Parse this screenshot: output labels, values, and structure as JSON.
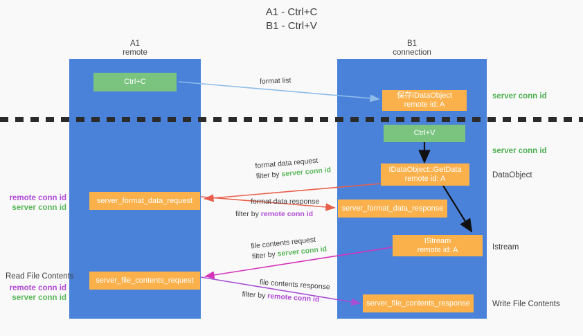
{
  "title": "A1 - Ctrl+C\nB1 - Ctrl+V",
  "columns": [
    {
      "name": "A1",
      "sub": "remote",
      "label": "A1\nremote"
    },
    {
      "name": "B1",
      "sub": "connection",
      "label": "B1\nconnection"
    }
  ],
  "nodes": [
    {
      "id": "ctrl-c",
      "label": "Ctrl+C",
      "color": "#7ac47f"
    },
    {
      "id": "save-idataobject",
      "label": "保存IDataObject\nremote id: A",
      "color": "#fbb14b"
    },
    {
      "id": "ctrl-v",
      "label": "Ctrl+V",
      "color": "#7ac47f"
    },
    {
      "id": "idataobject-getdata",
      "label": "IDataObject::GetData\nremote id: A",
      "color": "#fbb14b"
    },
    {
      "id": "server-format-data-request",
      "label": "server_format_data_request",
      "color": "#fbb14b"
    },
    {
      "id": "server-format-data-response",
      "label": "server_format_data_response",
      "color": "#fbb14b"
    },
    {
      "id": "istream",
      "label": "IStream\nremote id: A",
      "color": "#fbb14b"
    },
    {
      "id": "server-file-contents-request",
      "label": "server_file_contents_request",
      "color": "#fbb14b"
    },
    {
      "id": "server-file-contents-response",
      "label": "server_file_contents_response",
      "color": "#fbb14b"
    }
  ],
  "side_labels": [
    {
      "id": "server-conn-id-1",
      "text": "server conn id"
    },
    {
      "id": "server-conn-id-2",
      "text": "server conn id"
    },
    {
      "id": "dataobject",
      "text": "DataObject"
    },
    {
      "id": "istream-label",
      "text": "Istream"
    },
    {
      "id": "write-file-contents",
      "text": "Write File Contents"
    },
    {
      "id": "read-file-contents",
      "text": "Read File Contents"
    }
  ],
  "conn_id_blocks": [
    {
      "id": "conn-ids-format",
      "remote": "remote conn id",
      "server": "server conn id"
    },
    {
      "id": "conn-ids-file",
      "remote": "remote conn id",
      "server": "server conn id"
    }
  ],
  "edges": [
    {
      "id": "format-list",
      "line1_pre": "format list",
      "line1_hl": "",
      "line1_post": "",
      "line2_pre": "",
      "line2_hl": "",
      "line2_post": ""
    },
    {
      "id": "format-data-request",
      "line1_pre": "format data request",
      "line1_hl": "",
      "line1_post": "",
      "line2_pre": "filter by ",
      "line2_hl": "server conn id",
      "line2_post": "",
      "hl_color": "green"
    },
    {
      "id": "format-data-response",
      "line1_pre": "format data response",
      "line1_hl": "",
      "line1_post": "",
      "line2_pre": "filter by ",
      "line2_hl": "remote conn id",
      "line2_post": "",
      "hl_color": "purple"
    },
    {
      "id": "file-contents-request",
      "line1_pre": "file contents request",
      "line1_hl": "",
      "line1_post": "",
      "line2_pre": "filter by ",
      "line2_hl": "server conn id",
      "line2_post": "",
      "hl_color": "green"
    },
    {
      "id": "file-contents-response",
      "line1_pre": "file contents response",
      "line1_hl": "",
      "line1_post": "",
      "line2_pre": "filter by ",
      "line2_hl": "remote conn id",
      "line2_post": "",
      "hl_color": "purple"
    }
  ],
  "colors": {
    "lane": "#4a82da",
    "green_node": "#7ac47f",
    "orange_node": "#fbb14b",
    "background": "#f9f9f9",
    "dashed": "#2b2b2b",
    "arrow_light_blue": "#8fbce8",
    "arrow_red": "#e8604c",
    "arrow_magenta": "#d431b8",
    "arrow_purple": "#a74fd3",
    "arrow_black": "#111111",
    "conn_remote": "#b14ad6",
    "conn_server": "#5cb85c"
  }
}
